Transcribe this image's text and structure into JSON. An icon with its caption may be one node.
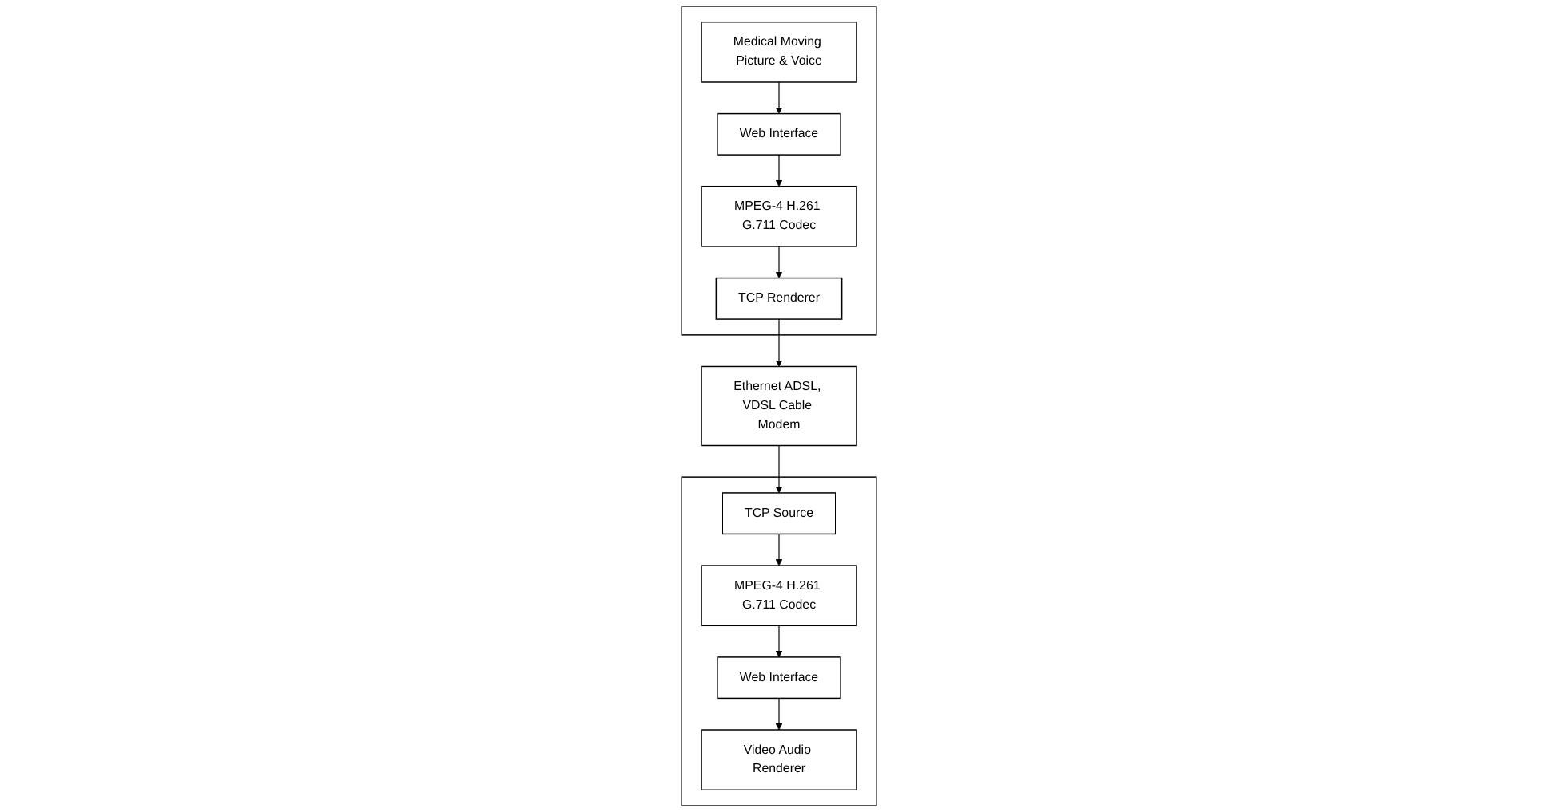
{
  "diagram": {
    "nodes": [
      {
        "text": [],
        "shape": "box"
      },
      {
        "text": [
          "Medical Moving Picture & Voice"
        ],
        "in": 0
      },
      {
        "text": [
          "Web Interface"
        ],
        "in": 0
      },
      {
        "text": [
          "MPEG-4 H.261 G.711 Codec"
        ],
        "in": 0
      },
      {
        "text": [
          "TCP Renderer"
        ],
        "in": 0
      },
      {
        "text": [
          "Ethernet ADSL, VDSL Cable Modem"
        ]
      },
      {
        "text": [],
        "shape": "box"
      },
      {
        "text": [
          "TCP Source"
        ],
        "in": 6
      },
      {
        "text": [
          "MPEG-4 H.261 G.711 Codec"
        ],
        "in": 6
      },
      {
        "text": [
          "Web Interface"
        ],
        "in": 6
      },
      {
        "text": [
          "Video Audio Renderer"
        ],
        "in": 6
      }
    ],
    "edges": [
      {
        "from": 1,
        "to": 2,
        "arrow": "to"
      },
      {
        "from": 2,
        "to": 3,
        "arrow": "to"
      },
      {
        "from": 3,
        "to": 4,
        "arrow": "to"
      },
      {
        "from": 4,
        "to": 5,
        "arrow": "to"
      },
      {
        "from": 5,
        "to": 7,
        "arrow": "to"
      },
      {
        "from": 7,
        "to": 8,
        "arrow": "to"
      },
      {
        "from": 8,
        "to": 9,
        "arrow": "to"
      },
      {
        "from": 9,
        "to": 10,
        "arrow": "to"
      }
    ]
  }
}
